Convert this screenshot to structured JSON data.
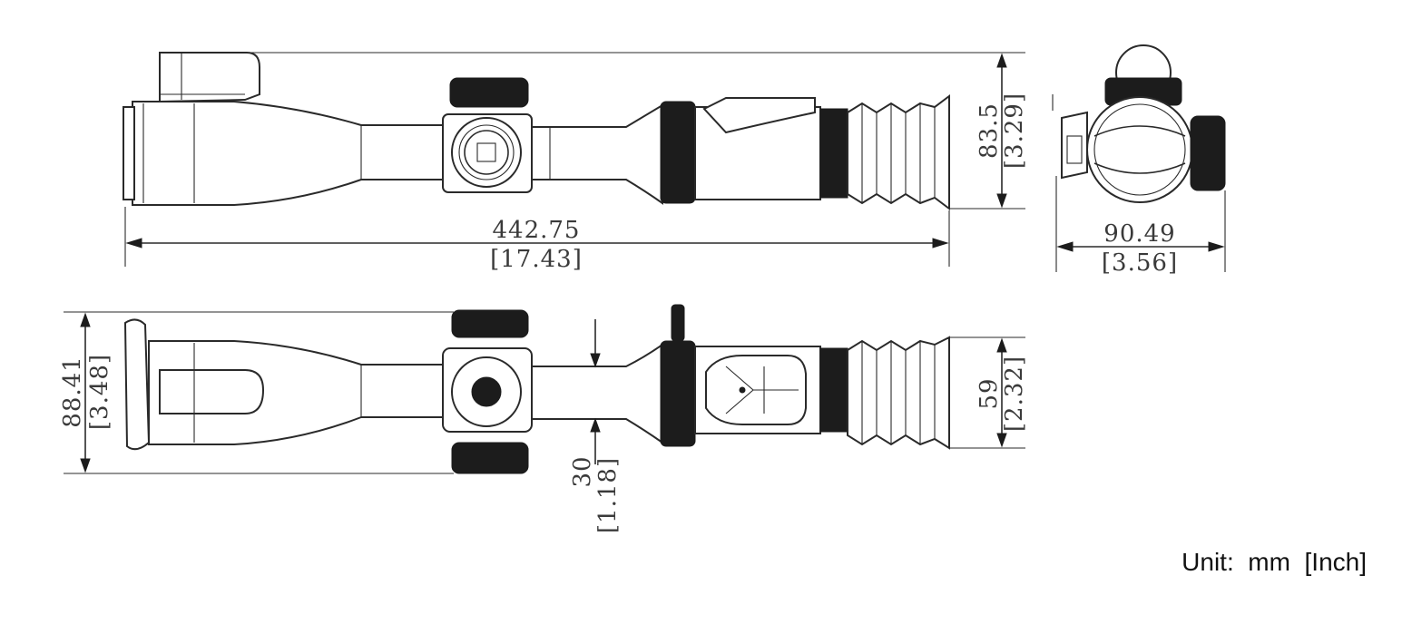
{
  "dimensions": {
    "length": {
      "mm": "442.75",
      "inch": "[17.43]"
    },
    "height_side": {
      "mm": "83.5",
      "inch": "[3.29]"
    },
    "width_front": {
      "mm": "90.49",
      "inch": "[3.56]"
    },
    "width_top": {
      "mm": "88.41",
      "inch": "[3.48]"
    },
    "tube_diameter": {
      "mm": "30",
      "inch": "[1.18]"
    },
    "eyepiece_diameter": {
      "mm": "59",
      "inch": "[2.32]"
    }
  },
  "unit_note": "Unit:  mm  [Inch]",
  "colors": {
    "line": "#2a2a2a",
    "knurl": "#1c1c1c",
    "dimension_text": "#3a3a3a"
  }
}
